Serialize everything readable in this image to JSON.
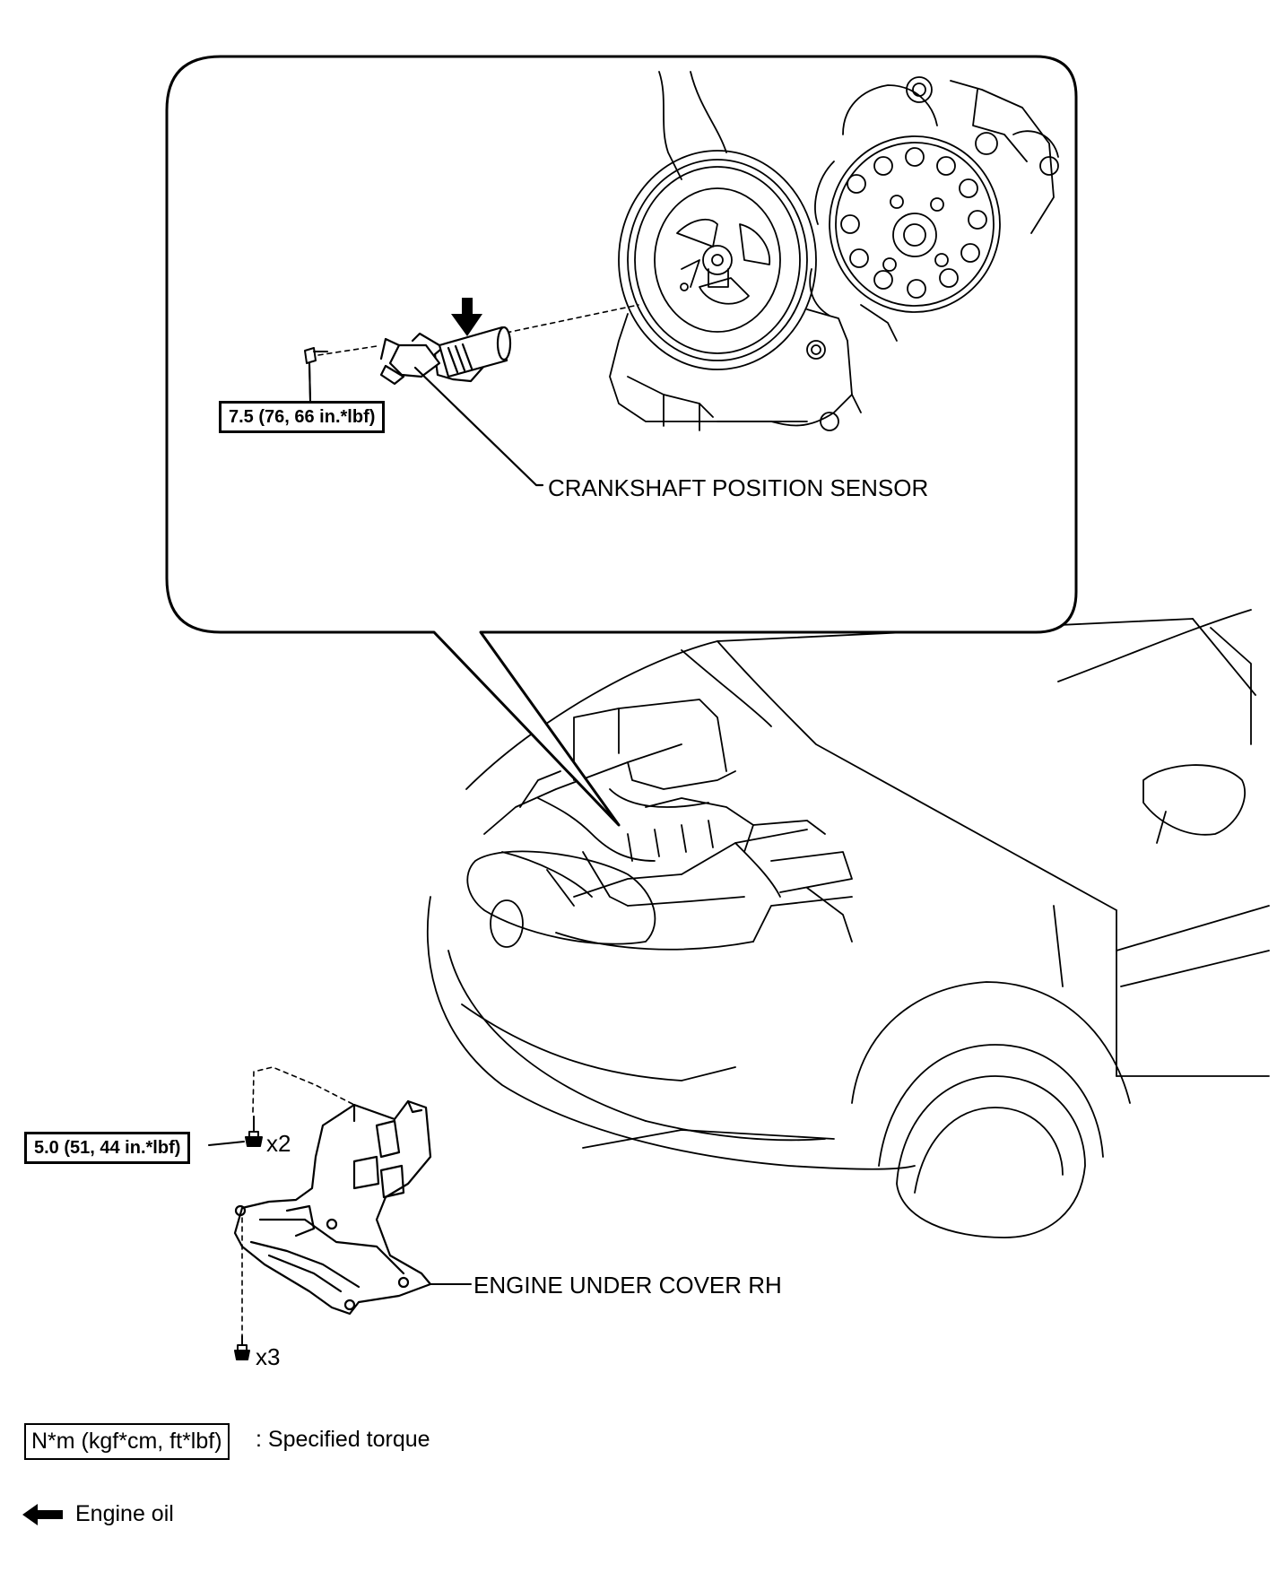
{
  "callouts": {
    "sensor_torque": "7.5 (76, 66 in.*lbf)",
    "sensor_label": "CRANKSHAFT POSITION SENSOR",
    "cover_torque": "5.0 (51, 44 in.*lbf)",
    "cover_label": "ENGINE UNDER COVER RH",
    "upper_bolt_qty": "x2",
    "lower_bolt_qty": "x3"
  },
  "legend": {
    "torque_units": "N*m (kgf*cm, ft*lbf)",
    "torque_desc": ": Specified torque",
    "oil_desc": "Engine oil"
  },
  "icons": [
    "engine-oil-arrow-icon",
    "bolt-icon"
  ],
  "colors": {
    "line": "#000000",
    "background": "#ffffff"
  }
}
